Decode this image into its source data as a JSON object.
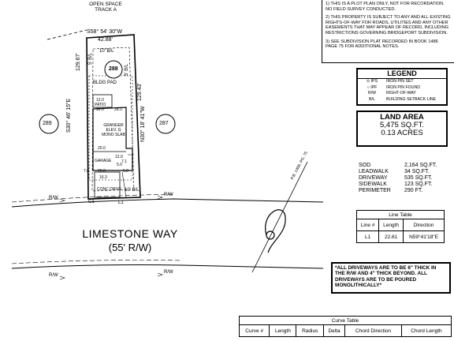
{
  "open_space": {
    "line1": "OPEN SPACE",
    "line2": "TRACK A"
  },
  "notes": {
    "n1": "1) THIS IS A PLOT PLAN ONLY, NOT FOR RECORDATION. NO FIELD SURVEY CONDUCTED.",
    "n2": "2) THIS PROPERTY IS SUBJECT TO ANY AND ALL EXISTING RIGHTS-OF-WAY FOR ROADS, UTILITIES AND ANY OTHER EASEMENTS THAT MAY APPEAR OF RECORD, INCLUDING RESTRICTIONS GOVERNING BRIDGEPORT SUBDIVISION.",
    "n3": "3) SEE SUBDIVISION PLAT RECORDED IN BOOK 1486 PAGE 75 FOR ADDITIONAL NOTES."
  },
  "legend": {
    "title": "LEGEND",
    "items": [
      {
        "sym": "IPS",
        "desc": "IRON PIN SET"
      },
      {
        "sym": "IPF",
        "desc": "IRON PIN FOUND"
      },
      {
        "sym": "R/W",
        "desc": "RIGHT-OF-WAY"
      },
      {
        "sym": "B/L",
        "desc": "BUILDING SETBACK LINE"
      }
    ]
  },
  "land_area": {
    "title": "LAND AREA",
    "sqft": "5,475 SQ.FT.",
    "acres": "0.13 ACRES"
  },
  "areas": [
    {
      "label": "SOD",
      "value": "2,164 SQ.FT."
    },
    {
      "label": "LEADWALK",
      "value": "34 SQ.FT."
    },
    {
      "label": "DRIVEWAY",
      "value": "535 SQ.FT."
    },
    {
      "label": "SIDEWALK",
      "value": "123 SQ.FT."
    },
    {
      "label": "PERIMETER",
      "value": "290 FT."
    }
  ],
  "line_table": {
    "title": "Line Table",
    "headers": [
      "Line #",
      "Length",
      "Direction"
    ],
    "rows": [
      [
        "L1",
        "22.61",
        "N59°41'18\"E"
      ]
    ]
  },
  "driveway_note": "*ALL DRIVEWAYS ARE TO BE 6\" THICK IN THE R/W AND 4\" THICK BEYOND. ALL DRIVEWAYS ARE TO BE POURED MONOLITHICALLY*",
  "curve_table": {
    "title": "Curve Table",
    "headers": [
      "Curve #",
      "Length",
      "Radius",
      "Delta",
      "Chord Direction",
      "Chord Length"
    ]
  },
  "street": {
    "name": "LIMESTONE WAY",
    "row": "(55' R/W)"
  },
  "lots": {
    "main": "288",
    "left": "289",
    "right": "287"
  },
  "plat": {
    "top_bearing": "S58° 54' 30\"W",
    "top_dist": "42.88'",
    "left_bearing": "S30° 46' 15\"E",
    "left_dist": "129.67'",
    "right_bearing": "N30° 18' 41\"W",
    "right_dist": "129.43'",
    "rear_bl": "10' B/L",
    "side_bl_left": "5' B/L",
    "side_bl_right": "5' B/L",
    "front_bl": "10' B/L",
    "bldg_pad": "BLDG PAD",
    "patio": "PATIO",
    "house_lines": [
      "GRANGER",
      "ELEV. G",
      "MONO SLAB"
    ],
    "garage": "GARAGE",
    "dims": {
      "d12": "12.0",
      "d10": "10.0",
      "d28": "28.0",
      "d20a": "20.0",
      "d20b": "20.0",
      "d12b": "12.0",
      "d50": "5.0",
      "d71": "7.1",
      "d78": "7.8",
      "d163": "16.3",
      "d50b": "5.0"
    },
    "conc_drive": "CONC DRIVE",
    "c1": "C1",
    "l1": "L1",
    "rw1": "R/W",
    "rw2": "R/W",
    "rw3": "R/W",
    "rw4": "R/W",
    "scale": "P.B. 1486, PG. 75"
  }
}
